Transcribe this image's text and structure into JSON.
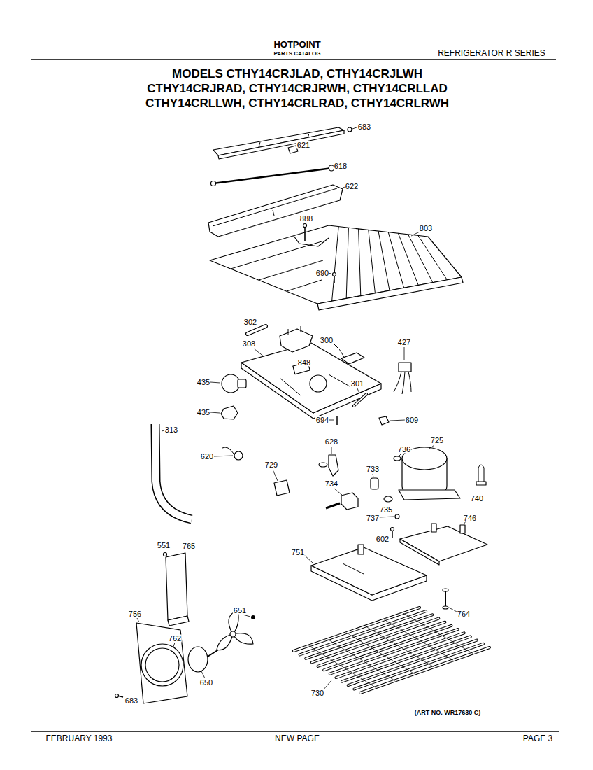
{
  "diagram": {
    "title": "MODELS CTHY14CRJLAD, CTHY14CRJLWH CTHY14CRJRAD, CTHY14CRJRWH, CTHY14CRLLAD CTHY14CRLLWH, CTHY14CRLRAD, CTHY14CRLRWH",
    "labels": [
      "HOTPOINT",
      "PARTS CATALOG",
      "REFRIGERATOR R SERIES",
      "683",
      "621",
      "618",
      "622",
      "888",
      "803",
      "690",
      "302",
      "848",
      "300",
      "427",
      "308",
      "435",
      "435",
      "301",
      "694",
      "609",
      "313",
      "620",
      "628",
      "736",
      "725",
      "733",
      "734",
      "735",
      "737",
      "740",
      "729",
      "602",
      "746",
      "551",
      "765",
      "751",
      "764",
      "756",
      "762",
      "651",
      "650",
      "683",
      "730",
      "(ART NO. WR17630 C)",
      "FEBRUARY 1993",
      "NEW PAGE",
      "PAGE 3"
    ]
  }
}
